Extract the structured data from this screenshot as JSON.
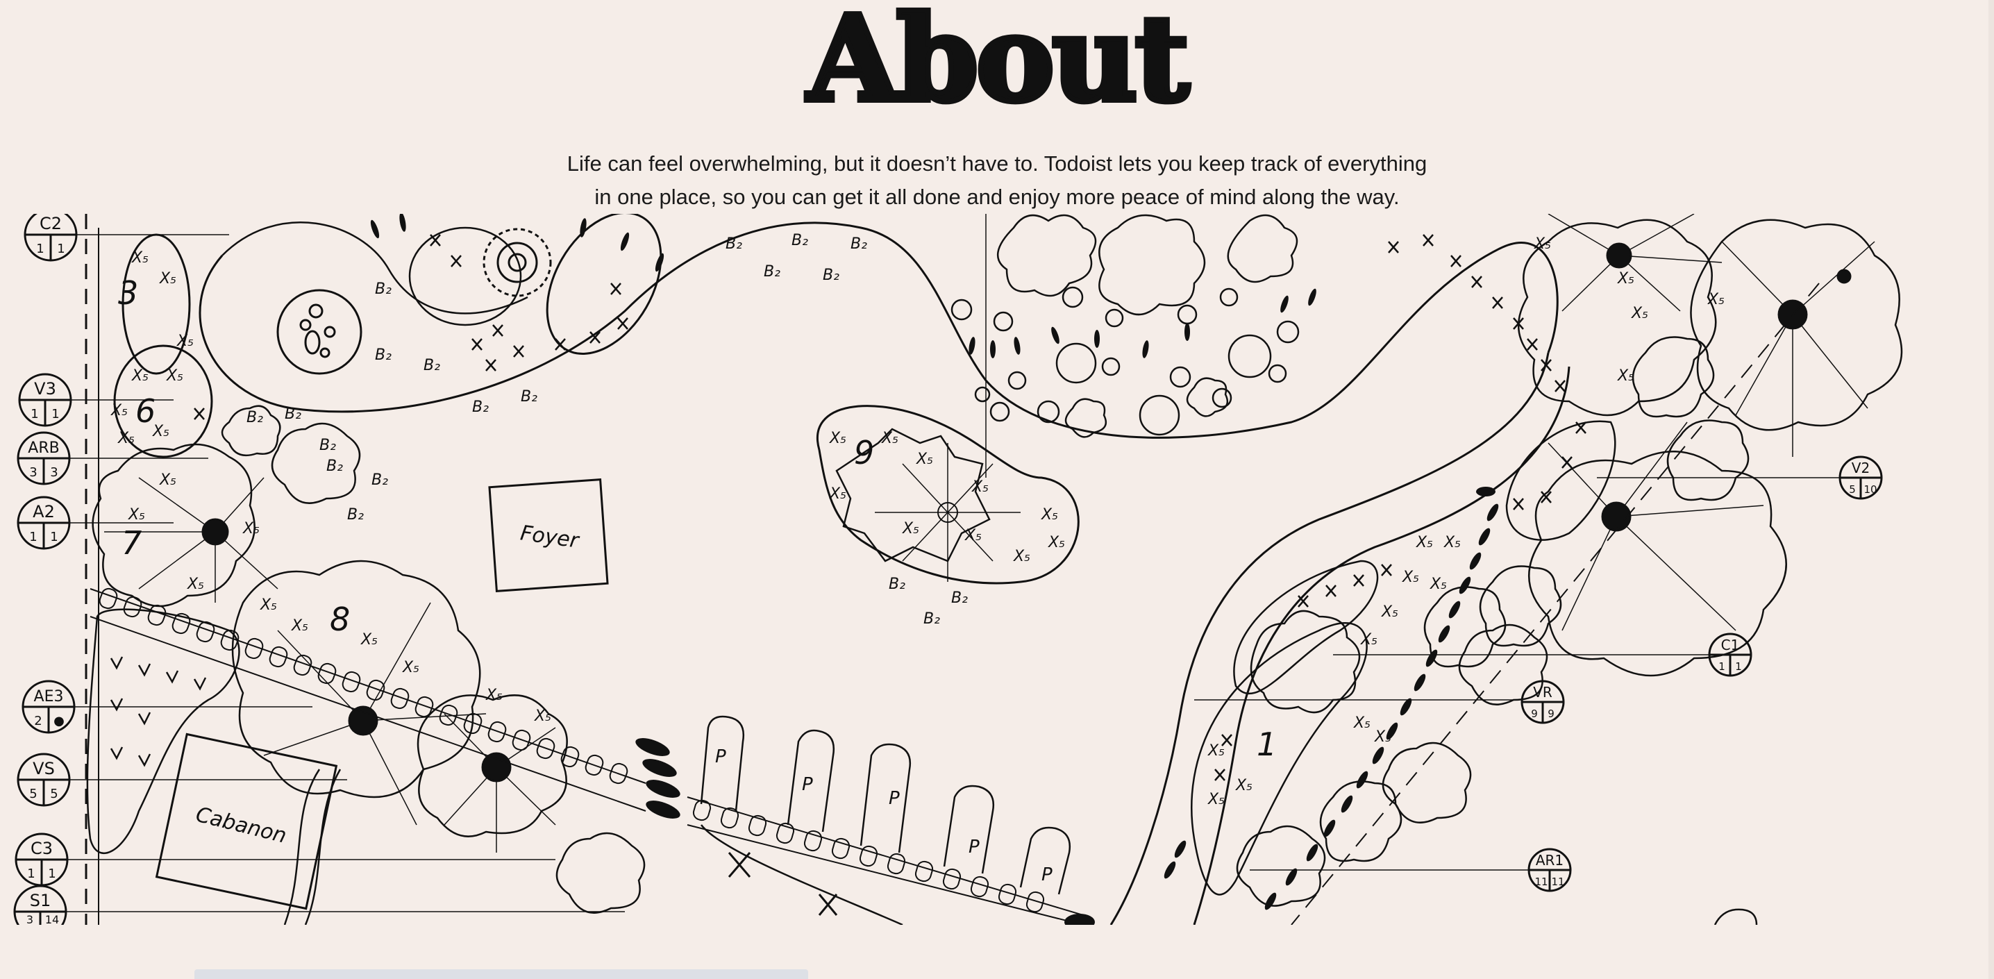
{
  "header": {
    "title": "About",
    "description_line1": "Life can feel overwhelming, but it doesn’t have to. Todoist lets you keep track of everything",
    "description_line2": "in one place, so you can get it all done and enjoy more peace of mind along the way."
  },
  "illustration": {
    "kind": "hand-drawn garden landscape plan",
    "labels": {
      "foyer": "Foyer",
      "cabanon": "Cabanon"
    },
    "legend_tags": [
      {
        "code": "C2",
        "a": "1",
        "b": "1"
      },
      {
        "code": "V3",
        "a": "1",
        "b": "1"
      },
      {
        "code": "ARB",
        "a": "3",
        "b": "3"
      },
      {
        "code": "A2",
        "a": "1",
        "b": "1"
      },
      {
        "code": "AE3",
        "a": "2",
        "b": "●"
      },
      {
        "code": "VS",
        "a": "5",
        "b": "5"
      },
      {
        "code": "C3",
        "a": "1",
        "b": "1"
      },
      {
        "code": "S1",
        "a": "3",
        "b": "14"
      },
      {
        "code": "V2",
        "a": "5",
        "b": "10"
      },
      {
        "code": "C1",
        "a": "1",
        "b": "1"
      },
      {
        "code": "VR",
        "a": "9",
        "b": "9"
      },
      {
        "code": "AR1",
        "a": "11",
        "b": "11"
      }
    ],
    "bed_numbers": [
      "3",
      "6",
      "7",
      "8",
      "9",
      "1"
    ]
  },
  "colors": {
    "background": "#f5ede8",
    "ink": "#111111"
  }
}
